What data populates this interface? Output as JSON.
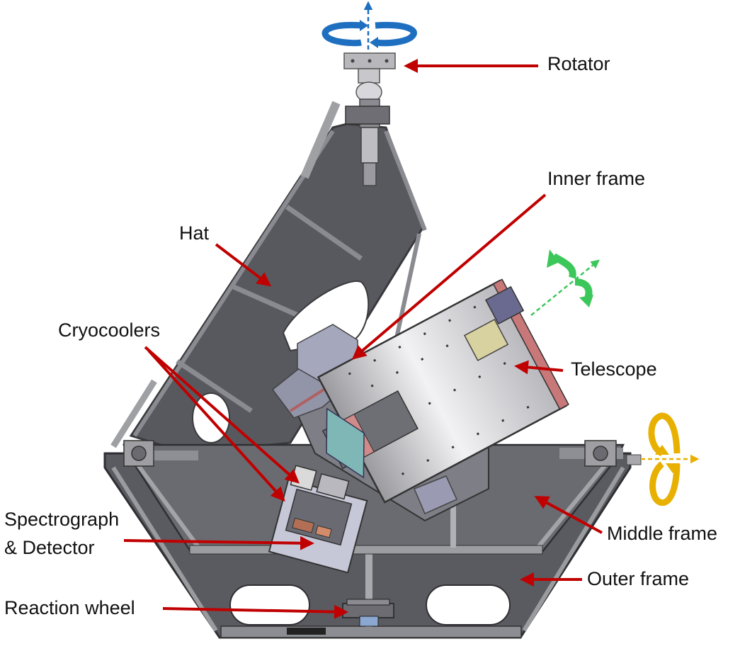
{
  "labels": {
    "rotator": "Rotator",
    "inner_frame": "Inner frame",
    "hat": "Hat",
    "cryocoolers": "Cryocoolers",
    "telescope": "Telescope",
    "spectrograph_line1": "Spectrograph",
    "spectrograph_line2": "& Detector",
    "middle_frame": "Middle frame",
    "outer_frame": "Outer frame",
    "reaction_wheel": "Reaction wheel"
  },
  "colors": {
    "pointer_arrow": "#c00000",
    "rotation_blue": "#1f6fc0",
    "rotation_green": "#3cc75a",
    "rotation_yellow": "#e8b000",
    "frame_dark": "#55565b",
    "frame_mid": "#6b6c70",
    "telescope_body": "#d8d8dc",
    "bracket_blue": "#8c8fa8"
  }
}
